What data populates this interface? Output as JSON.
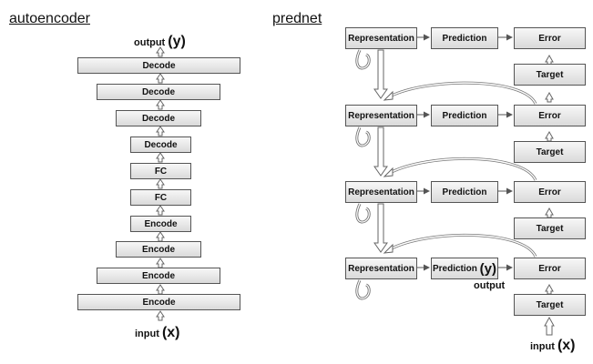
{
  "autoencoder": {
    "title": "autoencoder",
    "output_label": "output",
    "output_var": "(y)",
    "input_label": "input",
    "input_var": "(x)",
    "layers": [
      "Decode",
      "Decode",
      "Decode",
      "Decode",
      "FC",
      "FC",
      "Encode",
      "Encode",
      "Encode",
      "Encode"
    ]
  },
  "prednet": {
    "title": "prednet",
    "layers": [
      {
        "representation": "Representation",
        "prediction": "Prediction",
        "error": "Error",
        "target": ""
      },
      {
        "representation": "Representation",
        "prediction": "Prediction",
        "error": "Error",
        "target": "Target"
      },
      {
        "representation": "Representation",
        "prediction": "Prediction",
        "error": "Error",
        "target": "Target"
      },
      {
        "representation": "Representation",
        "prediction": "Prediction",
        "prediction_var": "(y)",
        "error": "Error",
        "target": "Target"
      }
    ],
    "top_target": "Target",
    "bottom_target": "Target",
    "output_label": "output",
    "input_label": "input",
    "input_var": "(x)"
  }
}
